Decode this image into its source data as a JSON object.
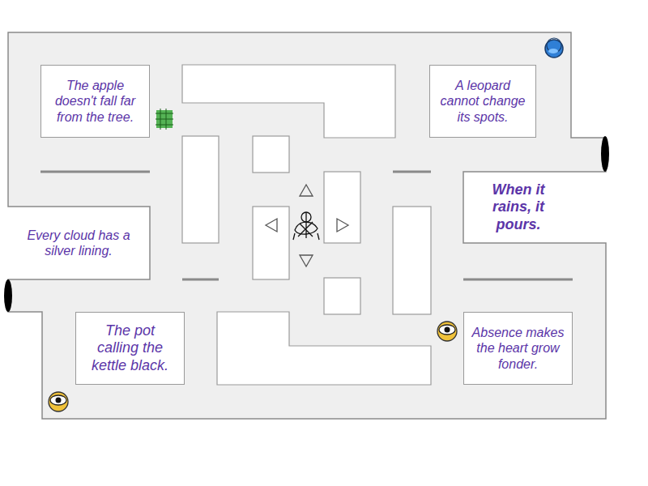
{
  "diagram": {
    "nodes": [
      {
        "text": [
          "The apple doesn't fall far from the tree."
        ]
      },
      {
        "text": [
          "A leopard cannot change its spots."
        ]
      },
      {
        "text": [
          "When it rains, it pours."
        ]
      },
      {
        "text": [
          "Every cloud has a silver lining."
        ]
      },
      {
        "text": [
          "The pot calling the kettle black."
        ]
      },
      {
        "text": [
          "Absence makes the heart grow fonder."
        ]
      }
    ]
  }
}
